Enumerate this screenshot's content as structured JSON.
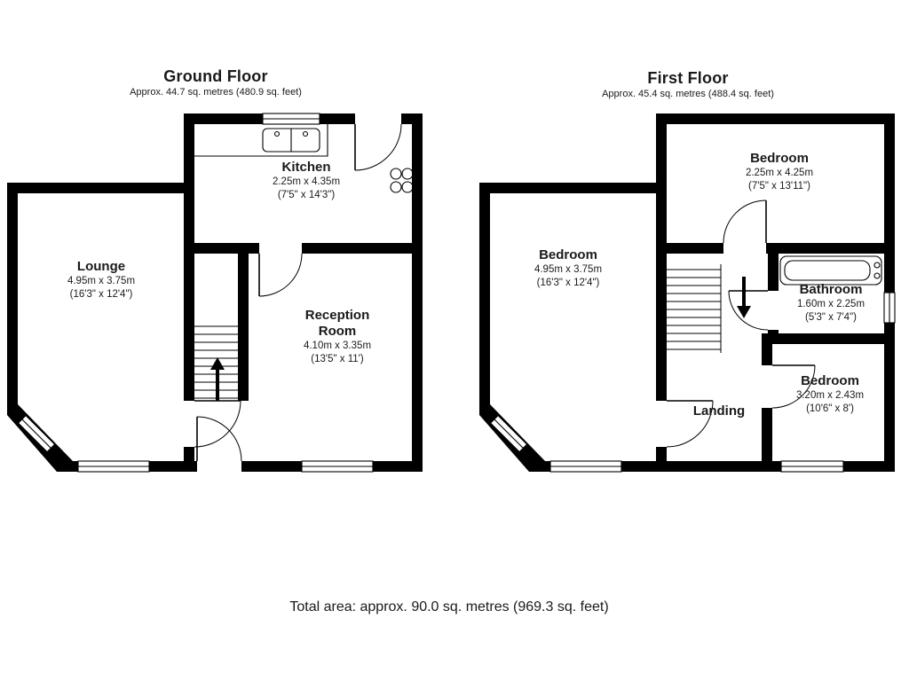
{
  "page": {
    "footer_total": "Total area: approx. 90.0 sq. metres (969.3 sq. feet)"
  },
  "colors": {
    "wall": "#000000",
    "text": "#1a1a1a",
    "background": "#ffffff"
  },
  "ground_floor": {
    "title": "Ground Floor",
    "subtitle": "Approx. 44.7 sq. metres (480.9 sq. feet)",
    "rooms": {
      "kitchen": {
        "name": "Kitchen",
        "metric": "2.25m x 4.35m",
        "imperial": "(7'5\" x 14'3\")"
      },
      "lounge": {
        "name": "Lounge",
        "metric": "4.95m x 3.75m",
        "imperial": "(16'3\" x 12'4\")"
      },
      "reception": {
        "name": "Reception Room",
        "metric": "4.10m x 3.35m",
        "imperial": "(13'5\" x 11')"
      }
    }
  },
  "first_floor": {
    "title": "First Floor",
    "subtitle": "Approx. 45.4 sq. metres (488.4 sq. feet)",
    "rooms": {
      "bedroom_rear": {
        "name": "Bedroom",
        "metric": "2.25m x 4.25m",
        "imperial": "(7'5\" x 13'11\")"
      },
      "bedroom_front": {
        "name": "Bedroom",
        "metric": "4.95m x 3.75m",
        "imperial": "(16'3\" x 12'4\")"
      },
      "bathroom": {
        "name": "Bathroom",
        "metric": "1.60m x 2.25m",
        "imperial": "(5'3\" x 7'4\")"
      },
      "bedroom_small": {
        "name": "Bedroom",
        "metric": "3.20m x 2.43m",
        "imperial": "(10'6\" x 8')"
      },
      "landing": {
        "name": "Landing"
      }
    }
  }
}
